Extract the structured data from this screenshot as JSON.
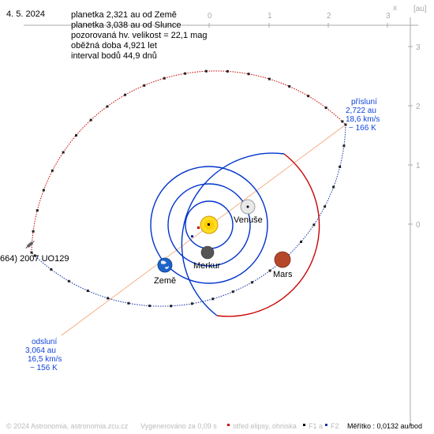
{
  "date": "4. 5. 2024",
  "info_lines": [
    "planetka 2,321 au od Země",
    "planetka 3,038 au od Slunce",
    "pozorovaná hv. velikost = 22,1 mag",
    "oběžná doba 4,921 let",
    "interval bodů 44,9 dnů"
  ],
  "axes": {
    "x_ticks": [
      "0",
      "1",
      "2",
      "3"
    ],
    "x_unit": "x",
    "y_ticks": [
      "3",
      "2",
      "1",
      "0"
    ],
    "unit": "[au]"
  },
  "bodies": {
    "asteroid_label": "664) 2007 UO129",
    "venus": "Venuše",
    "mercury": "Merkur",
    "earth": "Země",
    "mars": "Mars"
  },
  "perihelion": {
    "title": "přísluní",
    "distance": "2,722 au",
    "speed": "18,6 km/s",
    "temp": "~ 166 K"
  },
  "aphelion": {
    "title": "odsluní",
    "distance": "3,064 au",
    "speed": "16,5 km/s",
    "temp": "~ 156 K"
  },
  "footer": {
    "copyright": "© 2024 Astronomia, astronomia.zcu.cz",
    "generated": "Vygenerováno za 0,09 s",
    "legend_center": "střed elipsy, ohniska",
    "legend_f1": "F1 a",
    "legend_f2": "F2",
    "scale": "Měřítko : 0,0132 au/bod"
  },
  "colors": {
    "orbit_inner": "#0033cc",
    "orbit_mars": "#cc0000",
    "asteroid_orbit": "#cc0000",
    "asteroid_orbit_dashed": "#1133aa",
    "apsides_line": "#f4a070",
    "label_blue": "#1144dd",
    "axis_grey": "#aaaaaa"
  }
}
